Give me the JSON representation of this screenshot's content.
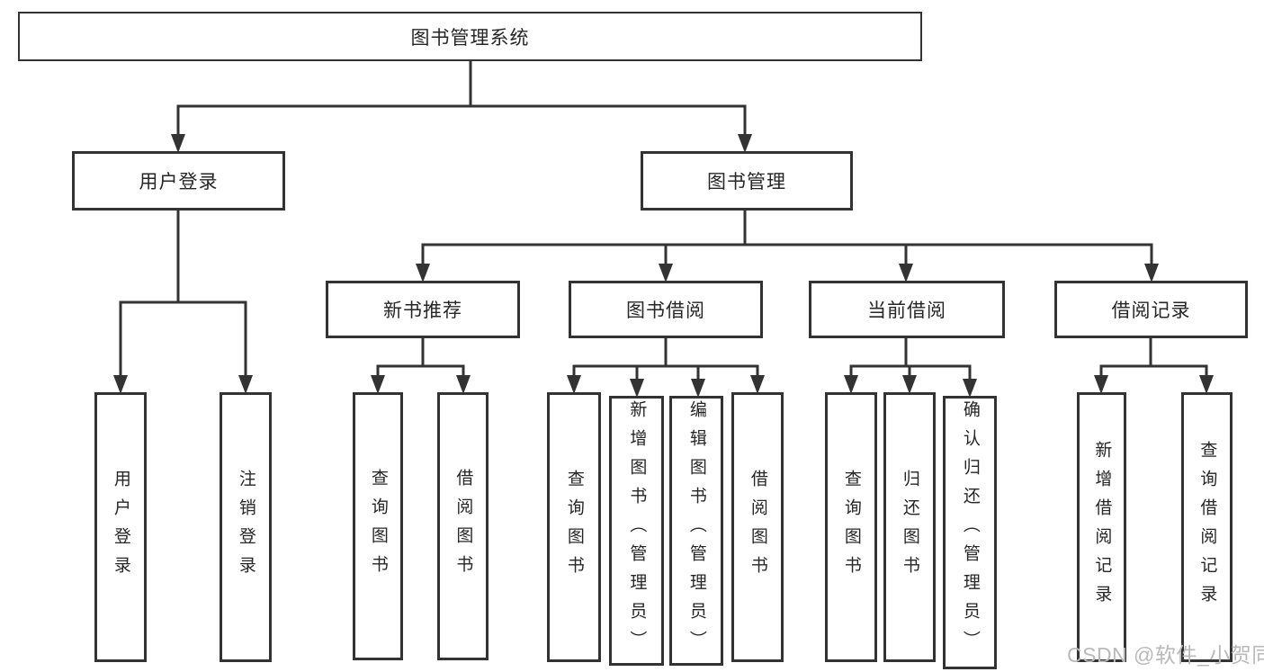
{
  "diagram_title": "图书管理系统",
  "tree": {
    "root": {
      "label": "图书管理系统",
      "children": [
        {
          "label": "用户登录",
          "children": [
            {
              "label": "用户登录"
            },
            {
              "label": "注销登录"
            }
          ]
        },
        {
          "label": "图书管理",
          "children": [
            {
              "label": "新书推荐",
              "children": [
                {
                  "label": "查询图书"
                },
                {
                  "label": "借阅图书"
                }
              ]
            },
            {
              "label": "图书借阅",
              "children": [
                {
                  "label": "查询图书"
                },
                {
                  "label": "新增图书（管理员）"
                },
                {
                  "label": "编辑图书（管理员）"
                },
                {
                  "label": "借阅图书"
                }
              ]
            },
            {
              "label": "当前借阅",
              "children": [
                {
                  "label": "查询图书"
                },
                {
                  "label": "归还图书"
                },
                {
                  "label": "确认归还（管理员）"
                }
              ]
            },
            {
              "label": "借阅记录",
              "children": [
                {
                  "label": "新增借阅记录"
                },
                {
                  "label": "查询借阅记录"
                }
              ]
            }
          ]
        }
      ]
    }
  },
  "watermark": {
    "text": "CSDN @软件_小贺同学"
  },
  "colors": {
    "line": "#333333",
    "box_border": "#333333",
    "box_fill": "#ffffff",
    "text": "#262626",
    "watermark": "#b9b9b9",
    "background": "#ffffff"
  }
}
